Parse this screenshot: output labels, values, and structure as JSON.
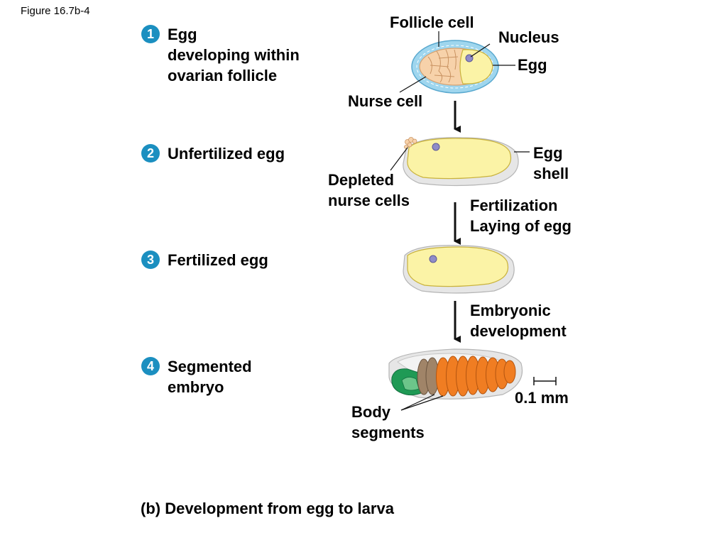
{
  "figure_number": "Figure 16.7b-4",
  "stages": [
    {
      "number": "1",
      "lines": [
        "Egg",
        "developing within",
        "ovarian follicle"
      ]
    },
    {
      "number": "2",
      "lines": [
        "Unfertilized egg"
      ]
    },
    {
      "number": "3",
      "lines": [
        "Fertilized egg"
      ]
    },
    {
      "number": "4",
      "lines": [
        "Segmented",
        "embryo"
      ]
    }
  ],
  "labels": {
    "follicle_cell": "Follicle cell",
    "nucleus": "Nucleus",
    "egg": "Egg",
    "nurse_cell": "Nurse cell",
    "egg_shell": [
      "Egg",
      "shell"
    ],
    "depleted_nurse_cells": [
      "Depleted",
      "nurse cells"
    ],
    "fertilization": "Fertilization",
    "laying_of_egg": "Laying of egg",
    "embryonic_development": [
      "Embryonic",
      "development"
    ],
    "scale_bar": "0.1 mm",
    "body_segments": [
      "Body",
      "segments"
    ]
  },
  "caption": "(b) Development from egg to larva",
  "colors": {
    "badge": "#1b8fc0",
    "follicle": "#9fd6ee",
    "nurse": "#f7d2aa",
    "yolk": "#fbf3a6",
    "nucleus": "#8f8cc8",
    "shell": "#e6e6e6",
    "segments": "#f07d22",
    "head_green": "#1f9a55"
  }
}
